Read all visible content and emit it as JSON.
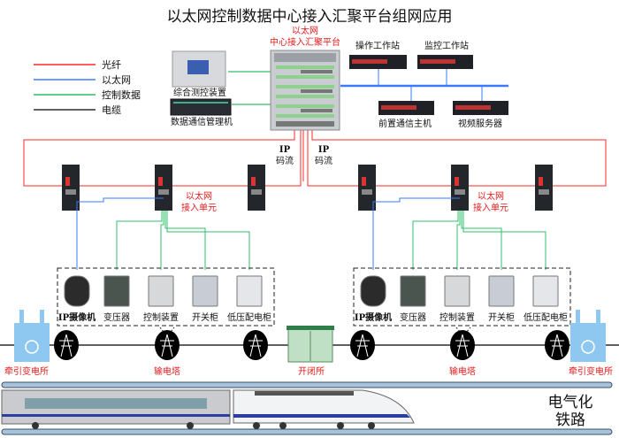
{
  "title": "以太网控制数据中心接入汇聚平台组网应用",
  "platform": {
    "line1": "以太网",
    "line2": "中心接入汇聚平台"
  },
  "legend": [
    {
      "label": "光纤",
      "color": "#ff2a2a"
    },
    {
      "label": "以太网",
      "color": "#3a7bff"
    },
    {
      "label": "控制数据",
      "color": "#2fbf6a"
    },
    {
      "label": "电缆",
      "color": "#000000"
    }
  ],
  "devices": {
    "monitor_control": "综合测控装置",
    "comm_manager": "数据通信管理机",
    "op_station": "操作工作站",
    "mon_station": "监控工作站",
    "front_host": "前置通信主机",
    "video_server": "视频服务器"
  },
  "ip_stream": {
    "line1": "IP",
    "line2": "码流"
  },
  "access_unit": {
    "line1": "以太网",
    "line2": "接入单元"
  },
  "field_devices": [
    "IP摄像机",
    "变压器",
    "控制装置",
    "开关柜",
    "低压配电柜"
  ],
  "line_labels": {
    "substation": "牵引变电所",
    "tower": "输电塔",
    "switch_station": "开闭所"
  },
  "railway": {
    "line1": "电气化",
    "line2": "铁路"
  }
}
